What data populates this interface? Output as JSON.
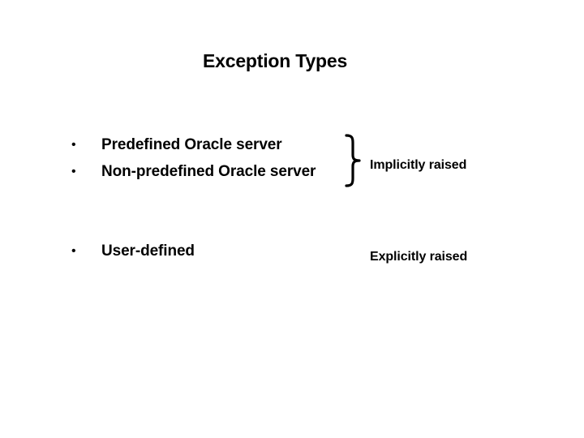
{
  "slide": {
    "title": "Exception Types",
    "bullet_symbol": "•",
    "bullets": [
      {
        "text": "Predefined Oracle server"
      },
      {
        "text": "Non-predefined Oracle server"
      },
      {
        "text": "User-defined"
      }
    ],
    "labels": {
      "implicit": "Implicitly raised",
      "explicit": "Explicitly raised"
    }
  }
}
